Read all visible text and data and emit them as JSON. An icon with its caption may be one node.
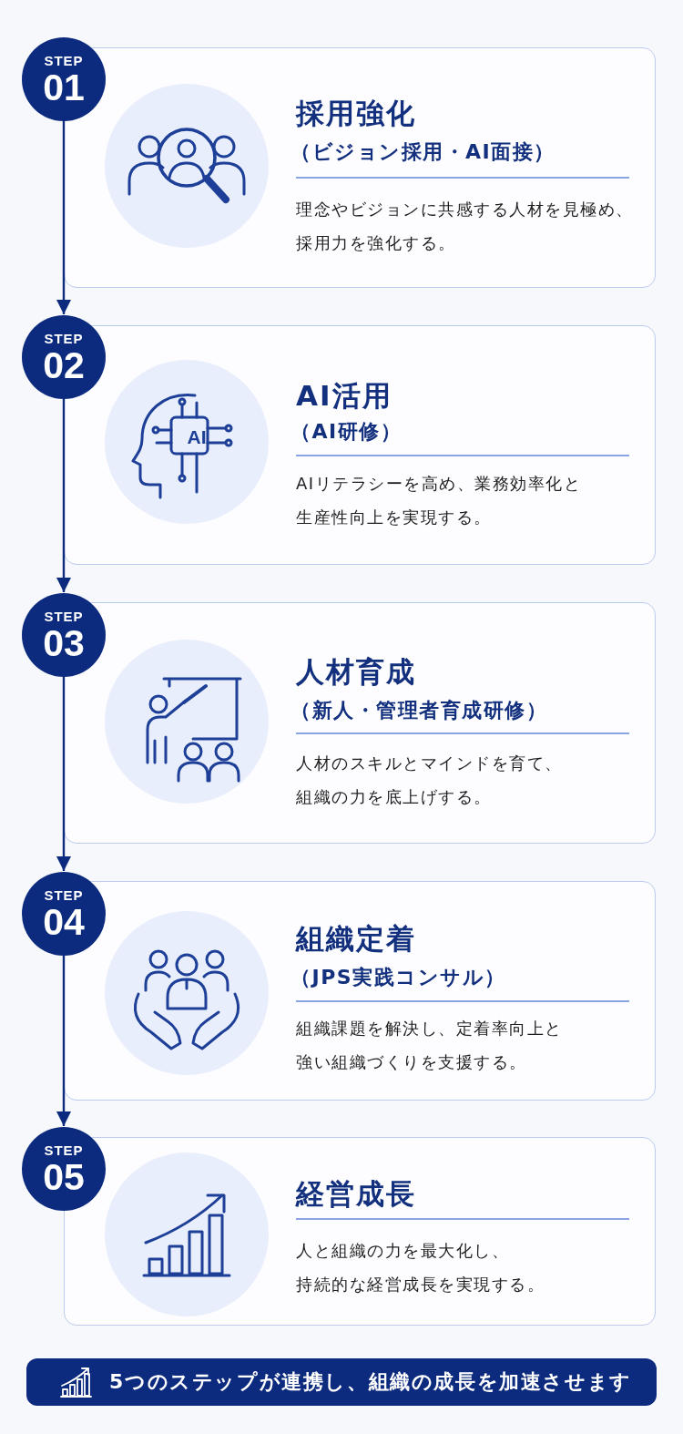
{
  "diagram": {
    "nodes": [
      {
        "text": [
          "STEP",
          "01"
        ]
      },
      {
        "text": [
          "採用強化",
          "（ビジョン採用・AI面接）",
          "理念やビジョンに共感する人材を見極め、採用力を強化する。"
        ]
      },
      {
        "text": [
          "STEP",
          "02"
        ]
      },
      {
        "text": [
          "AI活用",
          "（AI研修）",
          "AIリテラシーを高め、業務効率化と生産性向上を実現する。"
        ]
      },
      {
        "text": [
          "STEP",
          "03"
        ]
      },
      {
        "text": [
          "人材育成",
          "（新人・管理者育成研修）",
          "人材のスキルとマインドを育て、組織の力を底上げする。"
        ]
      },
      {
        "text": [
          "STEP",
          "04"
        ]
      },
      {
        "text": [
          "組織定着",
          "（JPS実践コンサル）",
          "組織課題を解決し、定着率向上と強い組織づくりを支援する。"
        ]
      },
      {
        "text": [
          "STEP",
          "05"
        ]
      },
      {
        "text": [
          "経営成長",
          "人と組織の力を最大化し、持続的な経営成長を実現する。"
        ]
      },
      {
        "text": [
          "5つのステップが連携し、組織の成長を加速させます"
        ]
      }
    ],
    "edges": [
      {
        "from": 0,
        "to": 2,
        "arrow": "to"
      },
      {
        "from": 2,
        "to": 4,
        "arrow": "to"
      },
      {
        "from": 4,
        "to": 6,
        "arrow": "to"
      },
      {
        "from": 6,
        "to": 8,
        "arrow": "to"
      }
    ],
    "labels": [
      "AI"
    ]
  }
}
